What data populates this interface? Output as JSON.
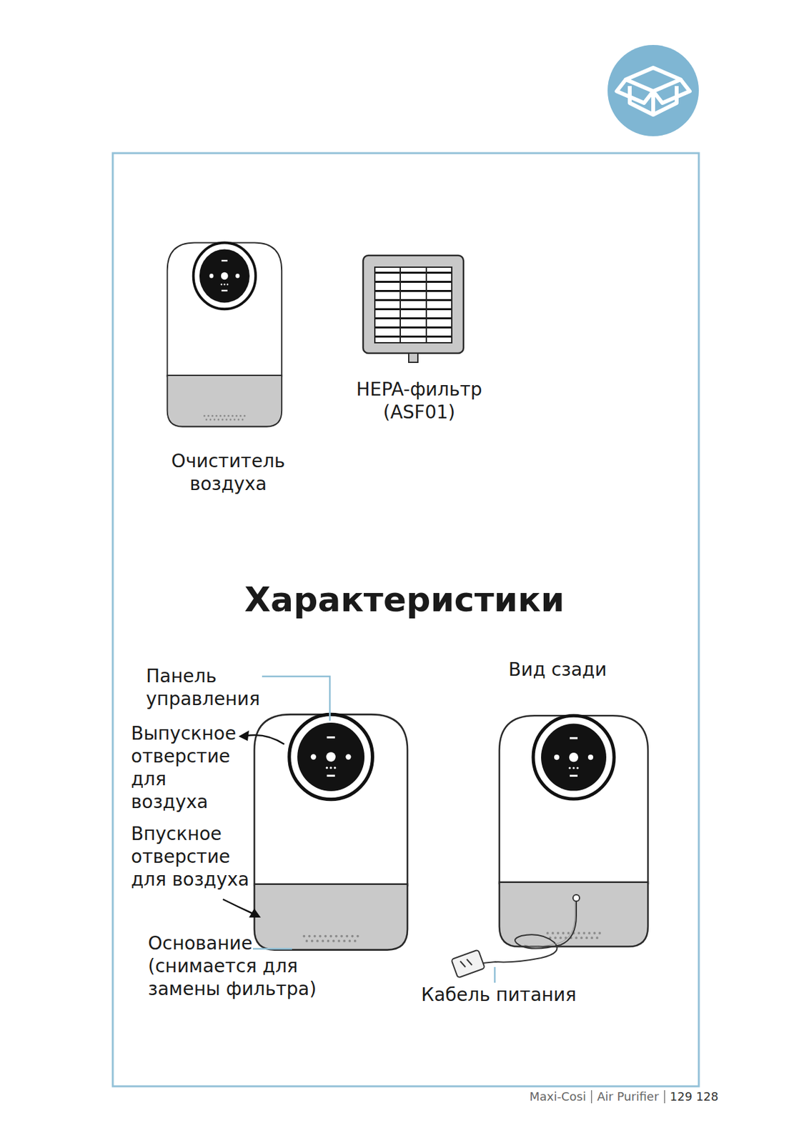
{
  "diagram": {
    "title": "Характеристики",
    "labels": [
      "HEPA-фильтр (ASF01)",
      "Очиститель воздуха",
      "Панель управления",
      "Выпускное отверстие для воздуха",
      "Впускное отверстие для воздуха",
      "Основание (снимается для замены фильтра)",
      "Вид сзади",
      "Кабель питания",
      "Maxi-Cosi",
      "Air Purifier",
      "129 128"
    ]
  }
}
